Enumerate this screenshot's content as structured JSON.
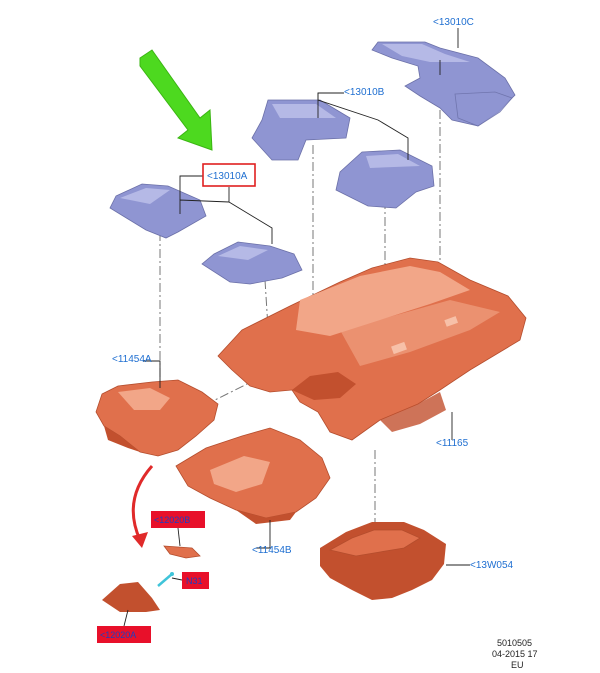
{
  "labels": {
    "mat_rear_set": "<13010C",
    "mat_second_row": "<13010B",
    "mat_front_row": "<13010A",
    "front_insulator_left": "<11454A",
    "floor_covering": "<11165",
    "front_insulator_right": "<11454B",
    "rear_insulator": "<13W054",
    "bracket": "<12020B",
    "fastener": "N31",
    "heel_pad": "<12020A"
  },
  "footer": {
    "ref_number": "5010505",
    "date": "04-2015 17",
    "region": "EU"
  },
  "colors": {
    "mat": "#8f95d2",
    "carpet": "#e0704c",
    "callout_arrow": "#4dd91f",
    "highlight_box": "#e02020",
    "label_blue": "#1f6fd1",
    "red_tag": "#e8102a"
  }
}
